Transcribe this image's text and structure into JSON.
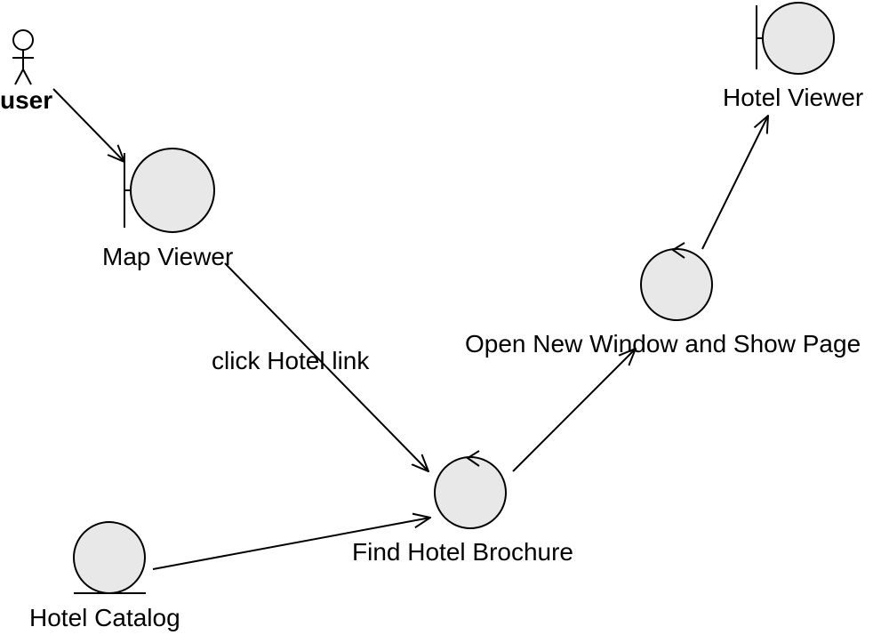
{
  "diagram": {
    "actor": {
      "label": "user"
    },
    "map_viewer": {
      "label": "Map Viewer"
    },
    "hotel_viewer": {
      "label": "Hotel Viewer"
    },
    "find_hotel_brochure": {
      "label": "Find Hotel Brochure"
    },
    "open_new_window": {
      "label": "Open New Window and Show Page"
    },
    "hotel_catalog": {
      "label": "Hotel Catalog"
    },
    "messages": {
      "click_hotel_link": "click Hotel link"
    }
  },
  "colors": {
    "node_fill": "#e8e8e8",
    "stroke": "#000000",
    "background": "#ffffff"
  }
}
